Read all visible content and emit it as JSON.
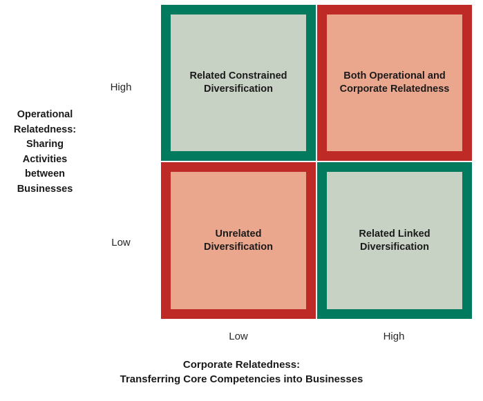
{
  "chart_data": {
    "type": "matrix",
    "title": "",
    "xlabel": "Corporate Relatedness: Transferring Core Competencies into Businesses",
    "ylabel": "Operational Relatedness: Sharing Activities between Businesses",
    "x_categories": [
      "Low",
      "High"
    ],
    "y_categories": [
      "High",
      "Low"
    ],
    "grid": false,
    "legend": "none",
    "cells": [
      {
        "row": "High",
        "col": "Low",
        "label": "Related Constrained Diversification",
        "label_lines": [
          "Related Constrained",
          "Diversification"
        ],
        "border_color": "#017A5E",
        "fill_color": "#C8D2C4"
      },
      {
        "row": "High",
        "col": "High",
        "label": "Both Operational and Corporate Relatedness",
        "label_lines": [
          "Both Operational and",
          "Corporate Relatedness"
        ],
        "border_color": "#BE2B26",
        "fill_color": "#EBA78E"
      },
      {
        "row": "Low",
        "col": "Low",
        "label": "Unrelated Diversification",
        "label_lines": [
          "Unrelated",
          "Diversification"
        ],
        "border_color": "#BE2B26",
        "fill_color": "#EBA78E"
      },
      {
        "row": "Low",
        "col": "High",
        "label": "Related Linked Diversification",
        "label_lines": [
          "Related Linked",
          "Diversification"
        ],
        "border_color": "#017A5E",
        "fill_color": "#C8D2C4"
      }
    ]
  },
  "axes": {
    "y": {
      "title_lines": [
        "Operational",
        "Relatedness:",
        "Sharing",
        "Activities",
        "between",
        "Businesses"
      ],
      "ticks": {
        "high": "High",
        "low": "Low"
      }
    },
    "x": {
      "title_lines": [
        "Corporate Relatedness:",
        "Transferring Core Competencies into Businesses"
      ],
      "ticks": {
        "low": "Low",
        "high": "High"
      }
    }
  },
  "colors": {
    "green_border": "#017A5E",
    "green_fill": "#C8D2C4",
    "red_border": "#BE2B26",
    "red_fill": "#EBA78E",
    "text": "#1a1a1a",
    "tick_text": "#262626",
    "background": "#ffffff"
  }
}
